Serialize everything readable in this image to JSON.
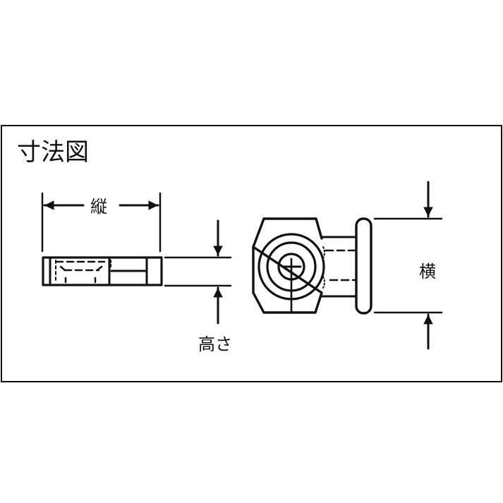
{
  "diagram": {
    "title": "寸法図",
    "labels": {
      "length": "縦",
      "height": "高さ",
      "width": "横"
    },
    "views": [
      "side-view",
      "top-view"
    ],
    "colors": {
      "line": "#111111",
      "background": "#ffffff"
    }
  }
}
